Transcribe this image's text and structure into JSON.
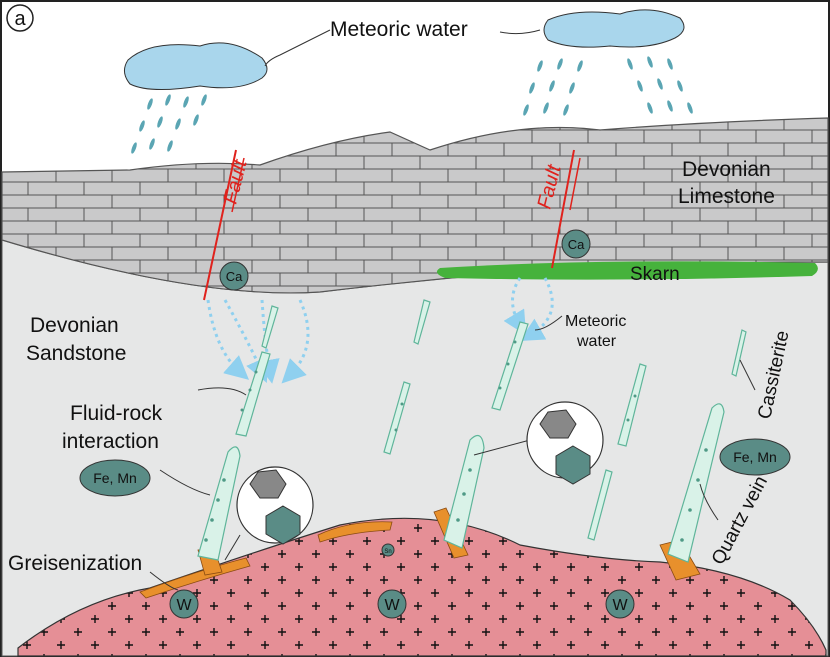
{
  "panel_label": "a",
  "labels": {
    "meteoric_water_top": "Meteoric water",
    "devonian_limestone_1": "Devonian",
    "devonian_limestone_2": "Limestone",
    "fault_left": "Fault",
    "fault_right": "Fault",
    "skarn": "Skarn",
    "devonian_sandstone_1": "Devonian",
    "devonian_sandstone_2": "Sandstone",
    "meteoric_water_mid_1": "Meteoric",
    "meteoric_water_mid_2": "water",
    "cassiterite": "Cassiterite",
    "fluid_rock_1": "Fluid-rock",
    "fluid_rock_2": "interaction",
    "greisenization": "Greisenization",
    "quartz_vein": "Quartz vein"
  },
  "badges": {
    "ca_left": "Ca",
    "ca_right": "Ca",
    "fe_mn_left": "Fe, Mn",
    "fe_mn_right": "Fe, Mn",
    "sn": "Sn",
    "w_left": "W",
    "w_mid": "W",
    "w_right": "W"
  },
  "colors": {
    "sky": "#ffffff",
    "cloud": "#a9d6ec",
    "rain": "#5aa5b3",
    "limestone": "#c9c9ca",
    "sandstone": "#e6e7e7",
    "skarn": "#46b23c",
    "fault": "#e0221d",
    "granite": "#e58f96",
    "greisen": "#e8902c",
    "badge": "#5a8c86",
    "vein_fill": "#d9f2e8",
    "vein_edge": "#5fb59a",
    "arrow": "#8fd0ef"
  }
}
